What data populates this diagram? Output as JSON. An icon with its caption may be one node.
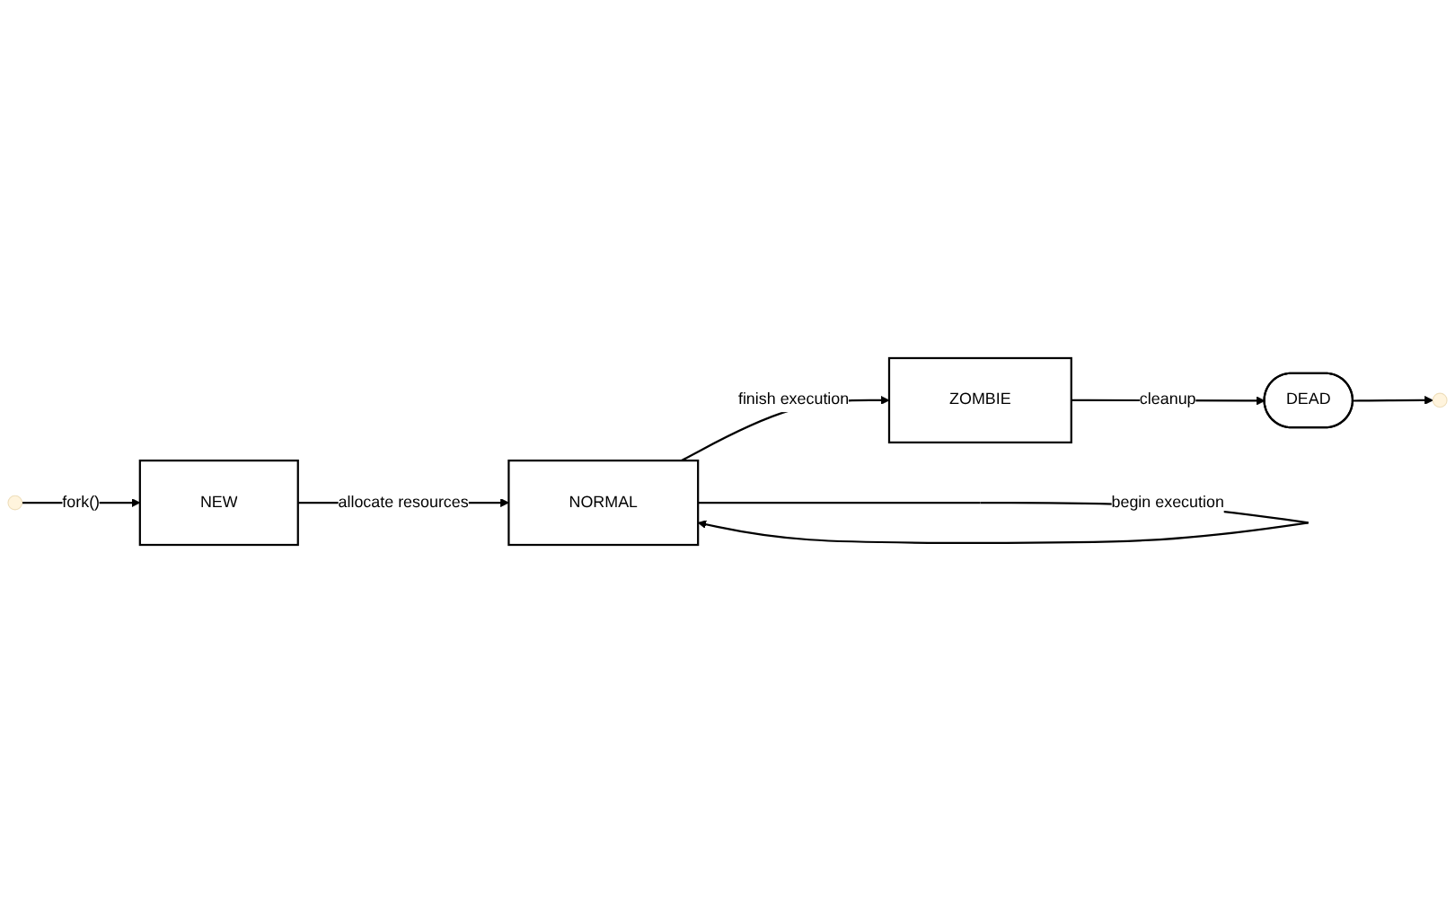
{
  "diagram": {
    "nodes": [
      {
        "text": [
          "NEW"
        ]
      },
      {
        "text": [
          "NORMAL"
        ]
      },
      {
        "text": [
          "ZOMBIE"
        ]
      },
      {
        "text": [
          "DEAD"
        ]
      }
    ],
    "edges": [
      {
        "from": null,
        "to": 0,
        "arrow": "to",
        "label": "fork()"
      },
      {
        "from": 0,
        "to": 1,
        "arrow": "to",
        "label": "allocate resources"
      },
      {
        "from": 1,
        "to": 1,
        "arrow": "to",
        "label": "begin execution"
      },
      {
        "from": 1,
        "to": 2,
        "arrow": "to",
        "label": "finish execution"
      },
      {
        "from": 2,
        "to": 3,
        "arrow": "to",
        "label": "cleanup"
      },
      {
        "from": 3,
        "to": null,
        "arrow": "to"
      }
    ]
  }
}
